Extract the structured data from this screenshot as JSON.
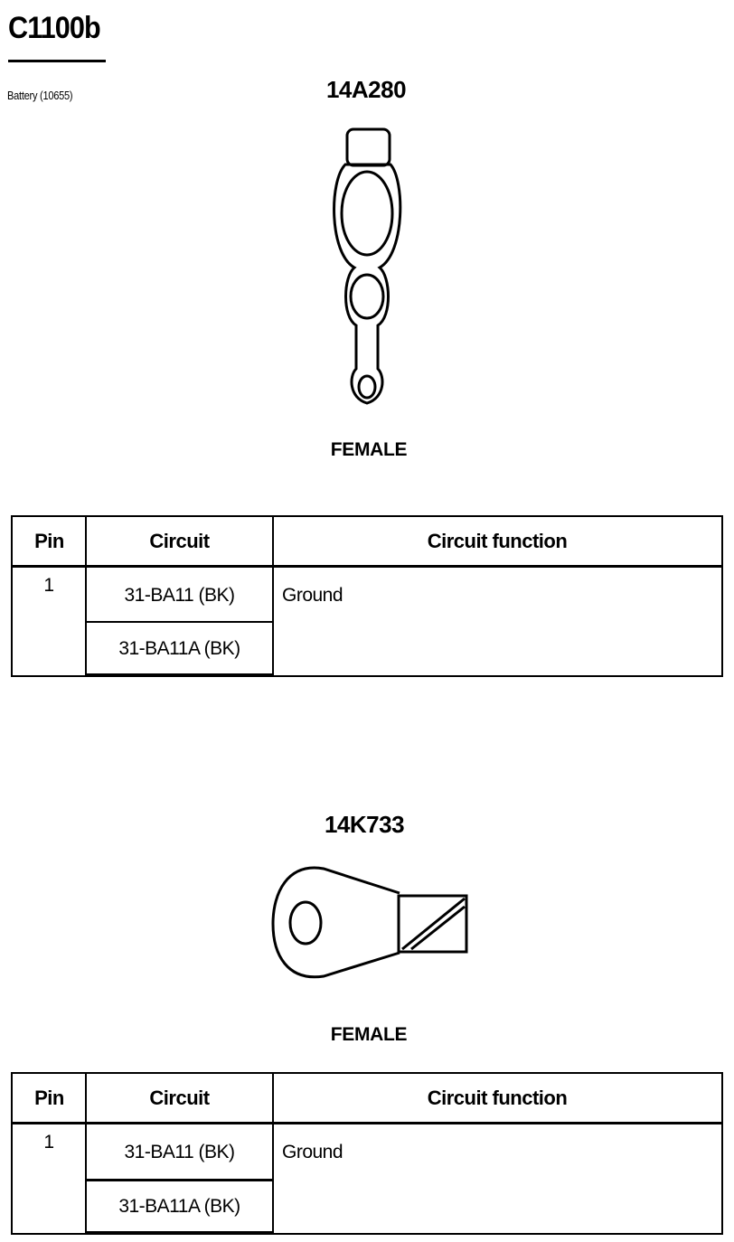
{
  "document": {
    "title": "C1100b",
    "subtitle": "Battery (10655)"
  },
  "connectors": [
    {
      "part_number": "14A280",
      "gender": "FEMALE",
      "table": {
        "headers": [
          "Pin",
          "Circuit",
          "Circuit function"
        ],
        "rows": [
          {
            "pin": "1",
            "circuits": [
              "31-BA11 (BK)",
              "31-BA11A (BK)"
            ],
            "function": "Ground"
          }
        ]
      }
    },
    {
      "part_number": "14K733",
      "gender": "FEMALE",
      "table": {
        "headers": [
          "Pin",
          "Circuit",
          "Circuit function"
        ],
        "rows": [
          {
            "pin": "1",
            "circuits": [
              "31-BA11 (BK)",
              "31-BA11A (BK)"
            ],
            "function": "Ground"
          }
        ]
      }
    }
  ]
}
